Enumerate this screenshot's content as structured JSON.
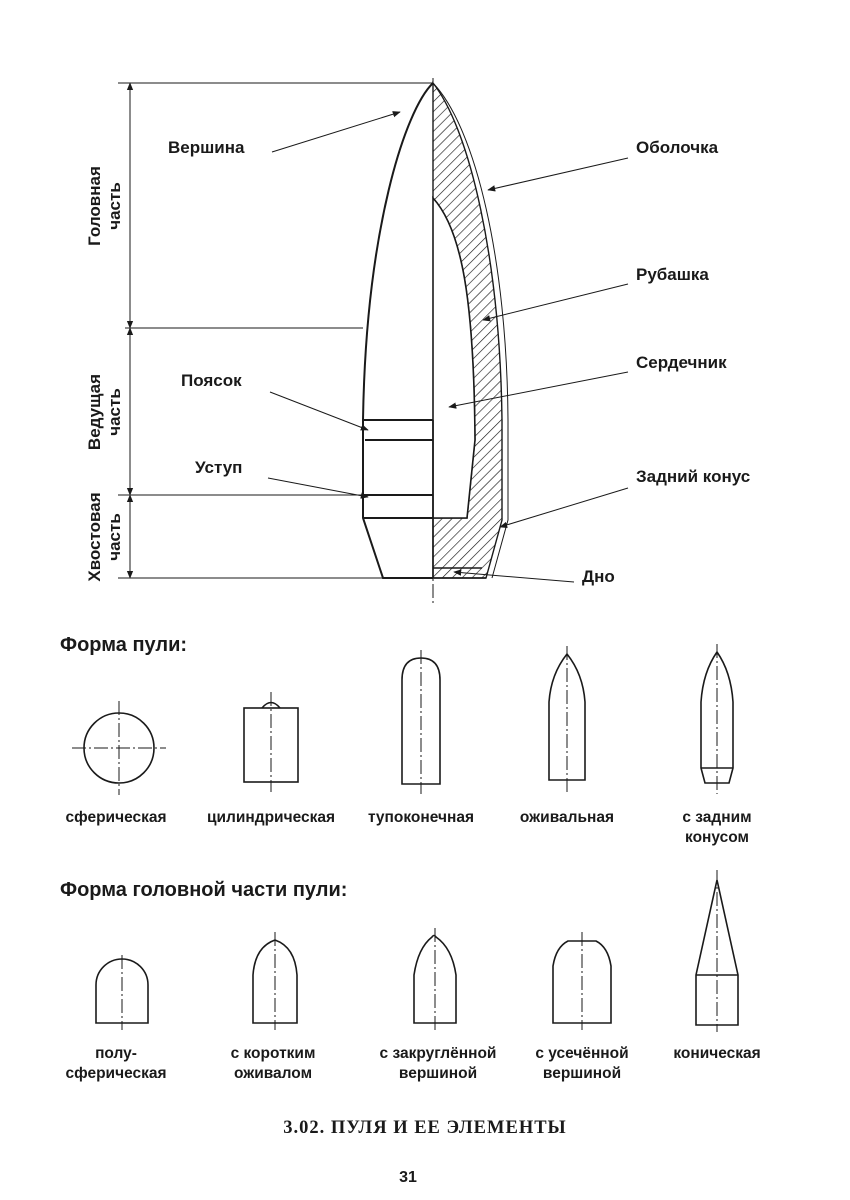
{
  "bullet_diagram": {
    "dimension_labels": {
      "head": "Головная часть",
      "leading": "Ведущая часть",
      "tail": "Хвостовая часть"
    },
    "callouts": {
      "tip": "Вершина",
      "band": "Поясок",
      "step": "Уступ",
      "shell": "Оболочка",
      "jacket": "Рубашка",
      "core": "Сердечник",
      "boat_tail": "Задний конус",
      "base": "Дно"
    }
  },
  "bullet_shapes": {
    "title": "Форма пули:",
    "items": [
      "сферическая",
      "цилиндрическая",
      "тупоконечная",
      "оживальная",
      "с задним конусом"
    ]
  },
  "head_shapes": {
    "title": "Форма головной части пули:",
    "items": [
      "полу-сферическая",
      "с коротким оживалом",
      "с закруглённой вершиной",
      "с усечённой вершиной",
      "коническая"
    ]
  },
  "caption": "3.02. ПУЛЯ И ЕЕ ЭЛЕМЕНТЫ",
  "page_number": "31"
}
